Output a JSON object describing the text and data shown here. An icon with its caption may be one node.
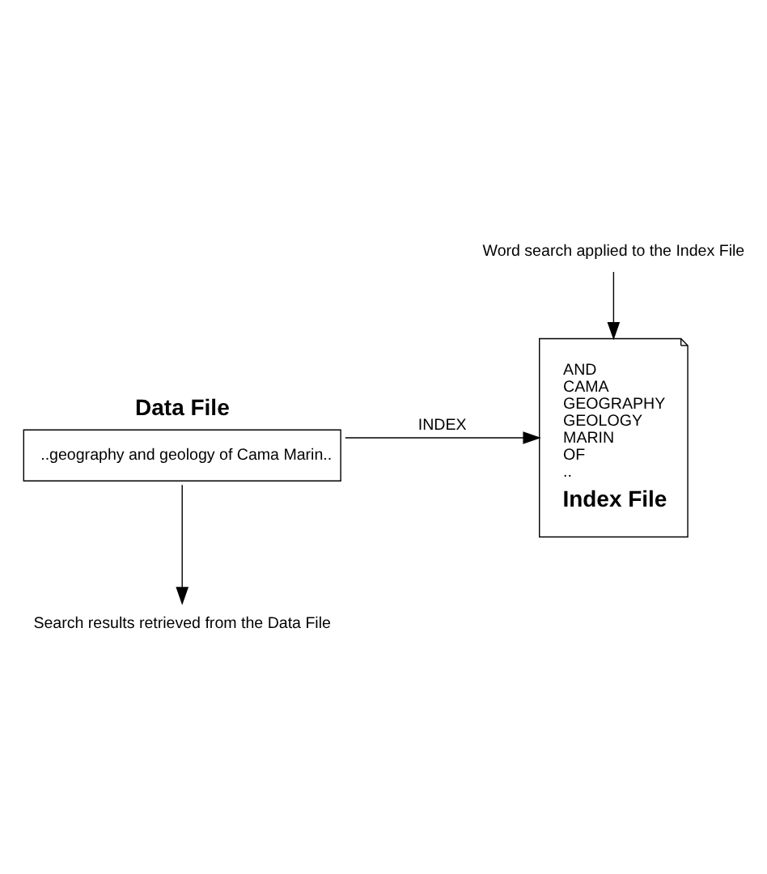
{
  "diagram": {
    "nodes": [
      {
        "text": [
          "Data File",
          "..geography and geology of Cama Marin.."
        ]
      },
      {
        "text": [
          "AND",
          "CAMA",
          "GEOGRAPHY",
          "GEOLOGY",
          "MARIN",
          "OF",
          "..",
          "Index File"
        ]
      },
      {
        "text": [
          "Word search applied to the Index File"
        ]
      },
      {
        "text": [
          "Search results retrieved from the Data File"
        ]
      }
    ],
    "edges": [
      {
        "from": 0,
        "to": 1,
        "arrow": "to",
        "label": "INDEX"
      },
      {
        "from": 2,
        "to": 1,
        "arrow": "to"
      },
      {
        "from": 0,
        "to": 3,
        "arrow": "to"
      }
    ]
  }
}
